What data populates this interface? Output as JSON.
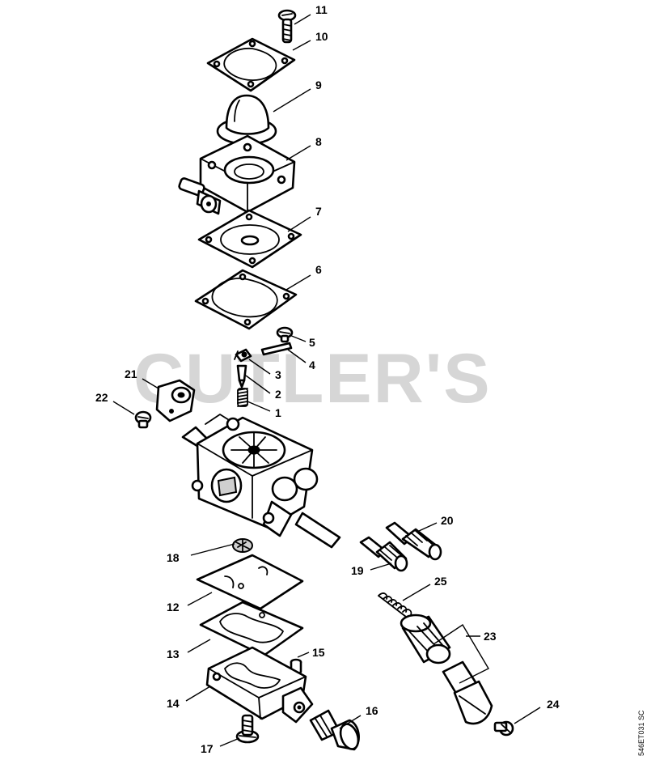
{
  "watermark": "CUTLER'S",
  "drawing_code": "546ET031 SC",
  "callouts": [
    {
      "id": "11",
      "label": "11"
    },
    {
      "id": "10",
      "label": "10"
    },
    {
      "id": "9",
      "label": "9"
    },
    {
      "id": "8",
      "label": "8"
    },
    {
      "id": "7",
      "label": "7"
    },
    {
      "id": "6",
      "label": "6"
    },
    {
      "id": "5",
      "label": "5"
    },
    {
      "id": "4",
      "label": "4"
    },
    {
      "id": "3",
      "label": "3"
    },
    {
      "id": "2",
      "label": "2"
    },
    {
      "id": "1",
      "label": "1"
    },
    {
      "id": "21",
      "label": "21"
    },
    {
      "id": "22",
      "label": "22"
    },
    {
      "id": "20",
      "label": "20"
    },
    {
      "id": "19",
      "label": "19"
    },
    {
      "id": "25",
      "label": "25"
    },
    {
      "id": "23",
      "label": "23"
    },
    {
      "id": "24",
      "label": "24"
    },
    {
      "id": "18",
      "label": "18"
    },
    {
      "id": "12",
      "label": "12"
    },
    {
      "id": "13",
      "label": "13"
    },
    {
      "id": "15",
      "label": "15"
    },
    {
      "id": "14",
      "label": "14"
    },
    {
      "id": "16",
      "label": "16"
    },
    {
      "id": "17",
      "label": "17"
    }
  ]
}
